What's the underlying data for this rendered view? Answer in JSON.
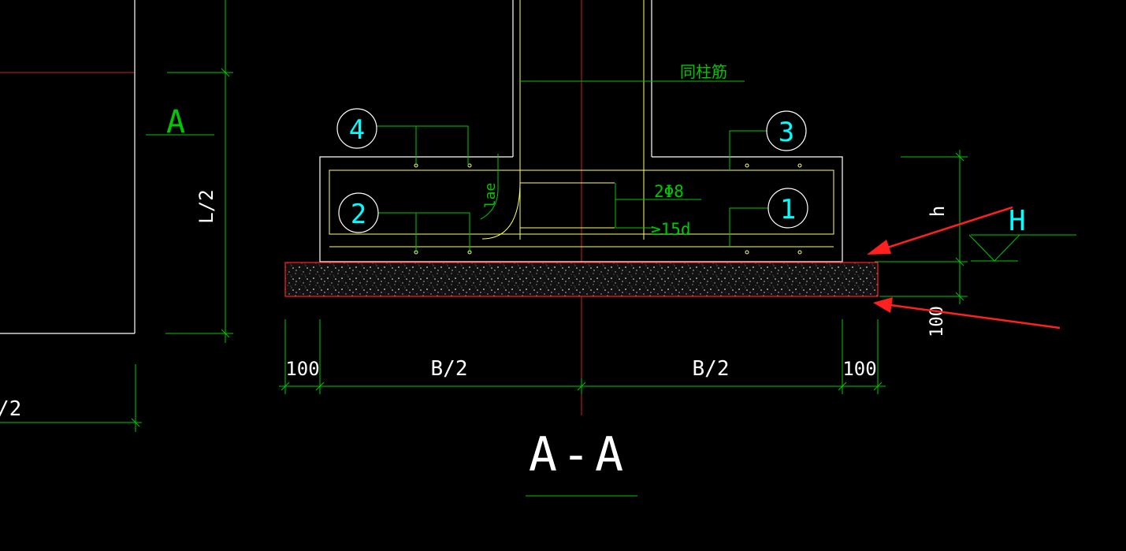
{
  "drawing": {
    "section_title": "A-A",
    "view_label": "A",
    "dim_left_vertical": "L/2",
    "dim_left_bottom_partial": "/2",
    "dim_bottom_left_offset": "100",
    "dim_bottom_left_half": "B/2",
    "dim_bottom_right_half": "B/2",
    "dim_bottom_right_offset": "100",
    "dim_right_height": "h",
    "dim_right_cushion": "100",
    "elevation_label": "H",
    "note_column_bars": "同柱筋",
    "note_stirrup": "2Φ8",
    "note_anchor": "≥15d",
    "note_lae": "lae",
    "callouts": [
      "1",
      "2",
      "3",
      "4"
    ]
  },
  "colors": {
    "background": "#000000",
    "outline": "#ffffff",
    "dimension": "#00c800",
    "rebar": "#ffff66",
    "centerline": "#d02020",
    "callout": "#00ffff",
    "annotation_arrow": "#ff2020",
    "cushion_border": "#ff2020"
  }
}
